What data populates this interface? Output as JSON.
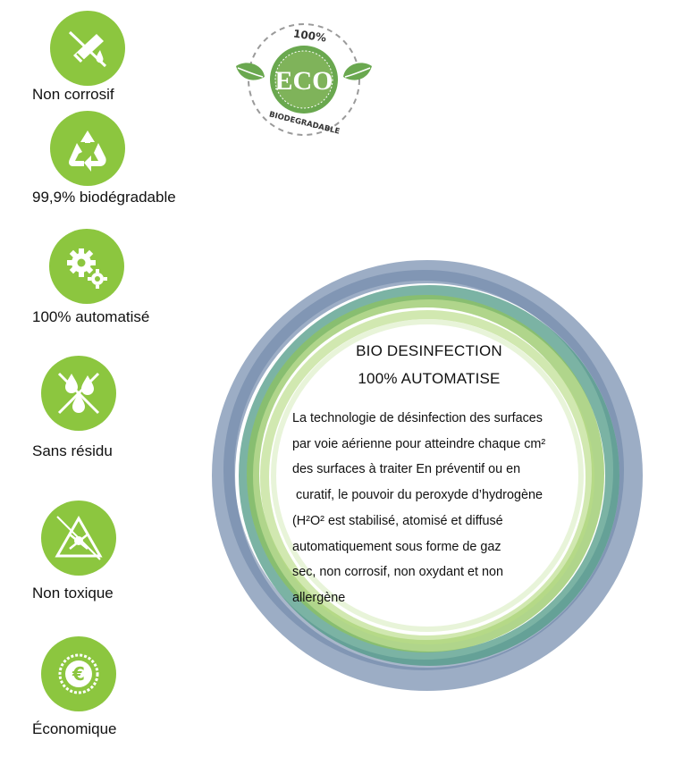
{
  "features": [
    {
      "label": "Non corrosif",
      "icon": "no-corrosion-icon"
    },
    {
      "label": "99,9% biodégradable",
      "icon": "recycle-icon"
    },
    {
      "label": "100% automatisé",
      "icon": "gears-icon"
    },
    {
      "label": "Sans résidu",
      "icon": "no-residue-drops-icon"
    },
    {
      "label": "Non toxique",
      "icon": "non-toxic-warning-icon"
    },
    {
      "label": "Économique",
      "icon": "euro-coin-icon"
    }
  ],
  "eco_seal": {
    "top_text": "100%",
    "center_text": "ECO",
    "bottom_text": "BIODEGRADABLE"
  },
  "info": {
    "title_line1": "BIO DESINFECTION",
    "title_line2": "100% AUTOMATISE",
    "lines": [
      "La technologie de désinfection des surfaces",
      "par voie aérienne pour atteindre chaque cm²",
      "des surfaces à traiter En préventif ou en",
      " curatif, le pouvoir du peroxyde d’hydrogène",
      "(H²O² est stabilisé, atomisé et diffusé",
      "automatiquement sous forme de gaz",
      "sec, non corrosif, non oxydant et non",
      "allergène"
    ]
  },
  "colors": {
    "badge_green": "#8cc63f",
    "seal_green": "#6aa84f",
    "ring_blue": "#6f87a8",
    "ring_teal": "#4f9a86",
    "ring_lime": "#a9d36b"
  }
}
